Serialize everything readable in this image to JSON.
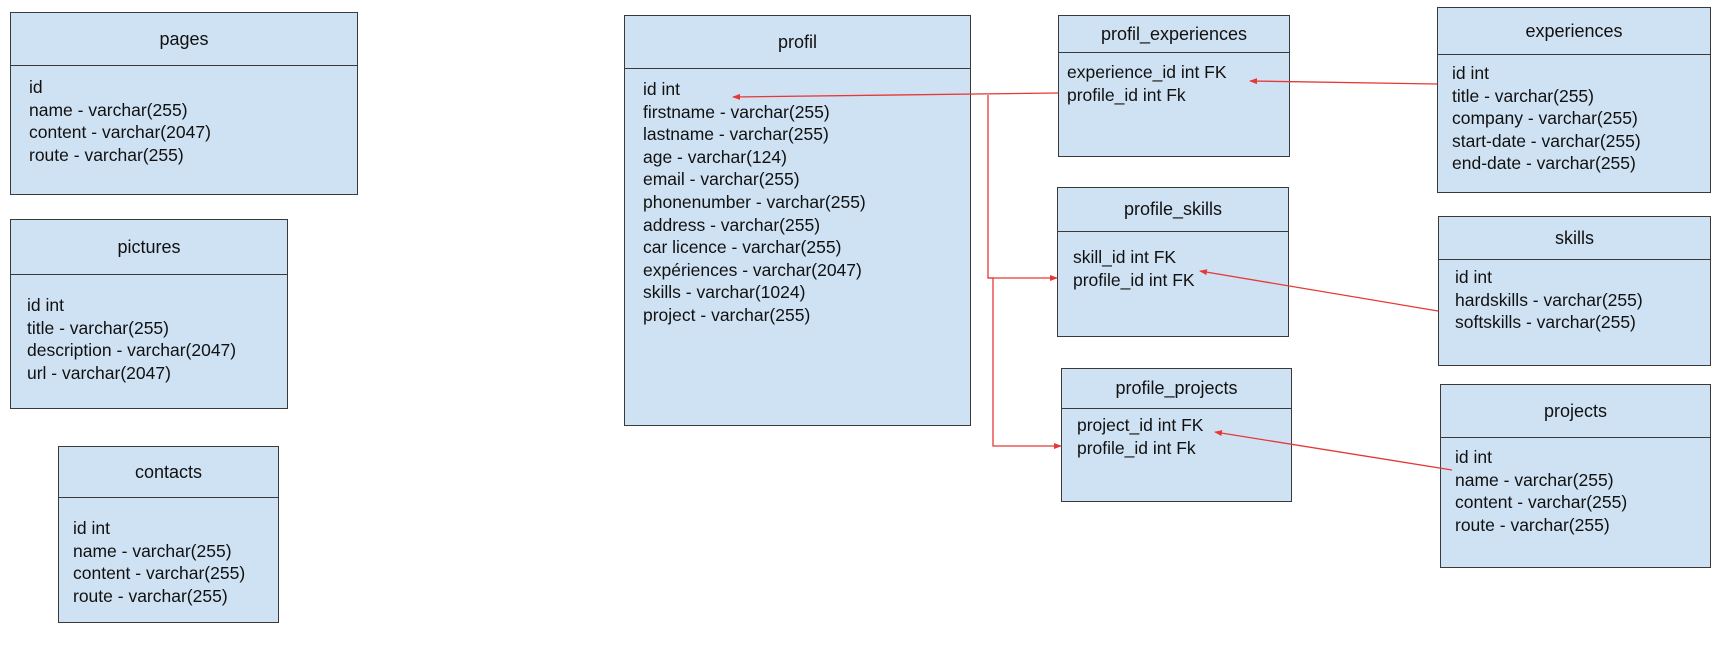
{
  "diagram": {
    "tables": [
      {
        "id": "pages",
        "name": "pages",
        "fields": [
          "id",
          "name - varchar(255)",
          "content - varchar(2047)",
          "route - varchar(255)"
        ]
      },
      {
        "id": "pictures",
        "name": "pictures",
        "fields": [
          "id int",
          "title - varchar(255)",
          "description - varchar(2047)",
          "url - varchar(2047)"
        ]
      },
      {
        "id": "contacts",
        "name": "contacts",
        "fields": [
          "id int",
          "name - varchar(255)",
          "content - varchar(255)",
          "route - varchar(255)"
        ]
      },
      {
        "id": "profil",
        "name": "profil",
        "fields": [
          "id int",
          "firstname - varchar(255)",
          "lastname - varchar(255)",
          "age - varchar(124)",
          "email - varchar(255)",
          "phonenumber - varchar(255)",
          "address - varchar(255)",
          "car licence - varchar(255)",
          "expériences - varchar(2047)",
          "skills - varchar(1024)",
          "project - varchar(255)"
        ]
      },
      {
        "id": "profil_experiences",
        "name": "profil_experiences",
        "fields": [
          "experience_id int FK",
          "profile_id int Fk"
        ]
      },
      {
        "id": "profile_skills",
        "name": "profile_skills",
        "fields": [
          "skill_id int FK",
          "profile_id int FK"
        ]
      },
      {
        "id": "profile_projects",
        "name": "profile_projects",
        "fields": [
          "project_id int FK",
          "profile_id int Fk"
        ]
      },
      {
        "id": "experiences",
        "name": "experiences",
        "fields": [
          "id int",
          "title - varchar(255)",
          "company - varchar(255)",
          "start-date - varchar(255)",
          "end-date - varchar(255)"
        ]
      },
      {
        "id": "skills",
        "name": "skills",
        "fields": [
          "id int",
          "hardskills - varchar(255)",
          "softskills - varchar(255)"
        ]
      },
      {
        "id": "projects",
        "name": "projects",
        "fields": [
          "id int",
          "name - varchar(255)",
          "content - varchar(255)",
          "route - varchar(255)"
        ]
      }
    ],
    "relations": [
      {
        "from": "profil_experiences.profile_id",
        "to": "profil.id"
      },
      {
        "from": "experiences.id",
        "to": "profil_experiences.experience_id"
      },
      {
        "from": "profil.id",
        "to": "profile_skills.profile_id"
      },
      {
        "from": "profil.id",
        "to": "profile_projects.profile_id"
      },
      {
        "from": "skills.id",
        "to": "profile_skills.skill_id"
      },
      {
        "from": "projects.id",
        "to": "profile_projects.project_id"
      }
    ],
    "colors": {
      "table_fill": "#cfe2f3",
      "table_border": "#3a3a3a",
      "relation_line": "#e53935"
    }
  }
}
